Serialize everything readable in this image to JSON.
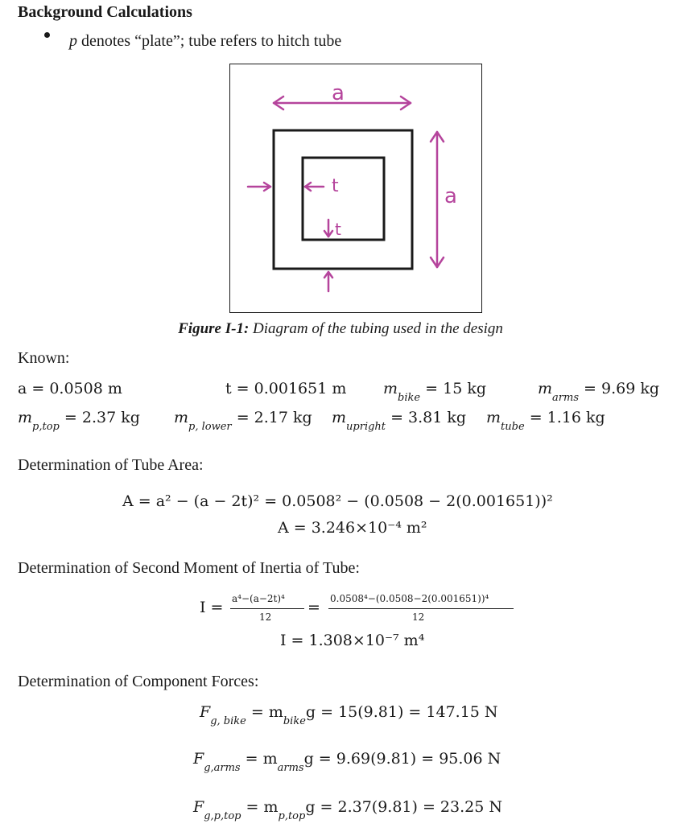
{
  "heading": "Background Calculations",
  "bullet": {
    "var": "p",
    "text": " denotes “plate”; tube refers to hitch tube"
  },
  "figure": {
    "caption_bold": "Figure I-1:",
    "caption_rest": " Diagram of the tubing used in the design",
    "label_a": "a",
    "label_t": "t",
    "accent_color": "#b5449c"
  },
  "known": {
    "title": "Known:",
    "a": "a = 0.0508 m",
    "t": "t = 0.001651 m",
    "m_bike_sub": "bike",
    "m_bike_val": "= 15 kg",
    "m_arms_sub": "arms",
    "m_arms_val": "= 9.69 kg",
    "m_ptop_sub": "p,top",
    "m_ptop_val": "= 2.37 kg",
    "m_plower_sub": "p, lower",
    "m_plower_val": "= 2.17 kg",
    "m_upright_sub": "upright",
    "m_upright_val": "= 3.81 kg",
    "m_tube_sub": "tube",
    "m_tube_val": "= 1.16 kg"
  },
  "area": {
    "title": "Determination of Tube Area:",
    "line1": "A = a² − (a − 2t)² = 0.0508² − (0.0508 − 2(0.001651))²",
    "line2": "A = 3.246×10⁻⁴ m²"
  },
  "inertia": {
    "title": "Determination of Second Moment of Inertia of Tube:",
    "lhs": "I =",
    "num1": "a⁴−(a−2t)⁴",
    "den1": "12",
    "eq": "=",
    "num2": "0.0508⁴−(0.0508−2(0.001651))⁴",
    "den2": "12",
    "result": "I = 1.308×10⁻⁷ m⁴"
  },
  "forces": {
    "title": "Determination of Component Forces:",
    "f1_sub": "g, bike",
    "f1_mid": "= m",
    "f1_msub": "bike",
    "f1_rest": "g = 15(9.81) = 147.15 N",
    "f2_sub": "g,arms",
    "f2_mid": "= m",
    "f2_msub": "arms",
    "f2_rest": "g = 9.69(9.81) = 95.06 N",
    "f3_sub": "g,p,top",
    "f3_mid": "= m",
    "f3_msub": "p,top",
    "f3_rest": "g = 2.37(9.81) = 23.25 N"
  }
}
